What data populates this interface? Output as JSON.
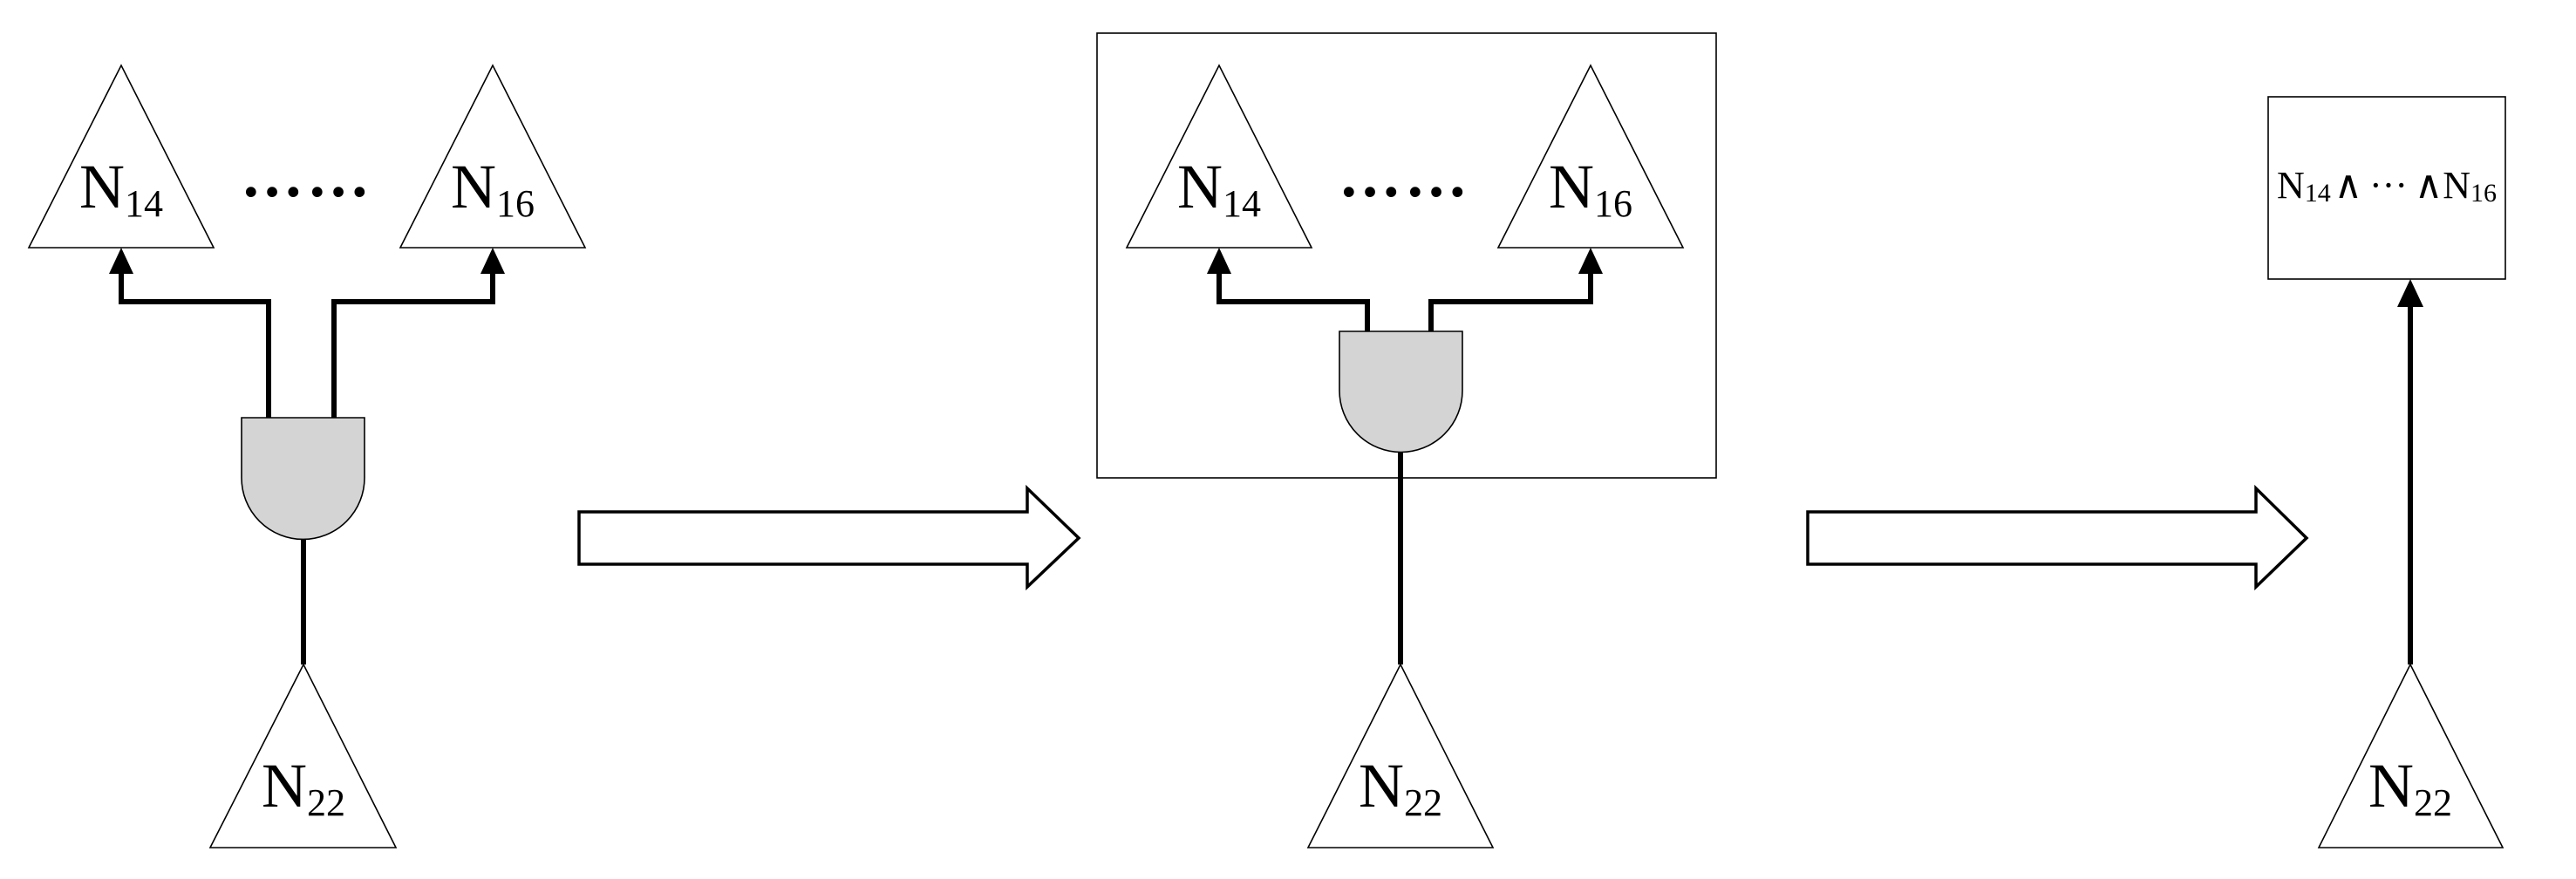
{
  "stage1": {
    "top_left": {
      "base": "N",
      "sub": "14"
    },
    "top_right": {
      "base": "N",
      "sub": "16"
    },
    "ellipsis": "……",
    "bottom": {
      "base": "N",
      "sub": "22"
    }
  },
  "stage2": {
    "top_left": {
      "base": "N",
      "sub": "14"
    },
    "top_right": {
      "base": "N",
      "sub": "16"
    },
    "ellipsis": "……",
    "bottom": {
      "base": "N",
      "sub": "22"
    }
  },
  "stage3": {
    "box": {
      "a_base": "N",
      "a_sub": "14",
      "op1": "∧",
      "ellipsis": "···",
      "op2": "∧",
      "b_base": "N",
      "b_sub": "16"
    },
    "bottom": {
      "base": "N",
      "sub": "22"
    }
  }
}
